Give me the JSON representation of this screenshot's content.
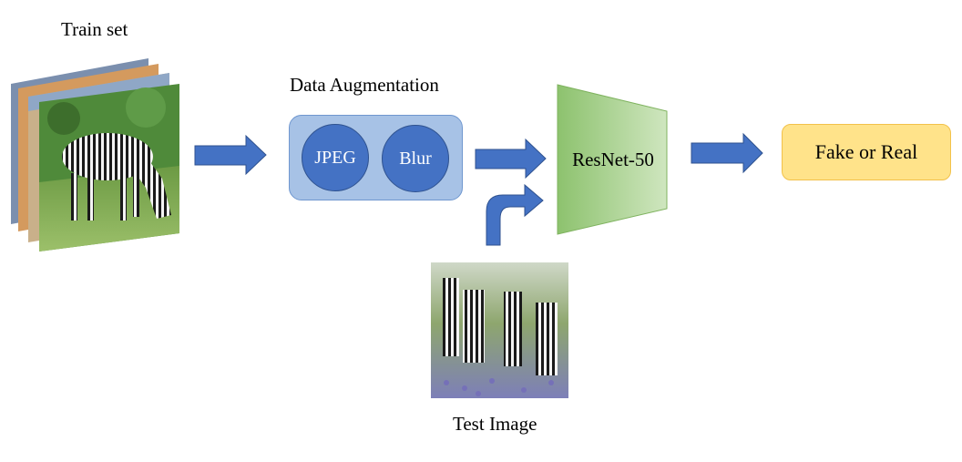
{
  "train_set": {
    "label": "Train set"
  },
  "augmentation": {
    "label": "Data Augmentation",
    "ops": [
      "JPEG",
      "Blur"
    ]
  },
  "model": {
    "label": "ResNet-50"
  },
  "output": {
    "label": "Fake or Real"
  },
  "test_image": {
    "label": "Test Image"
  },
  "colors": {
    "arrow": "#4472c4",
    "augmentation_box": "#a7c2e6",
    "op_circle": "#4472c4",
    "model_fill_dark": "#8dc26e",
    "model_fill_light": "#c6e0b4",
    "output_box": "#ffe38a"
  }
}
